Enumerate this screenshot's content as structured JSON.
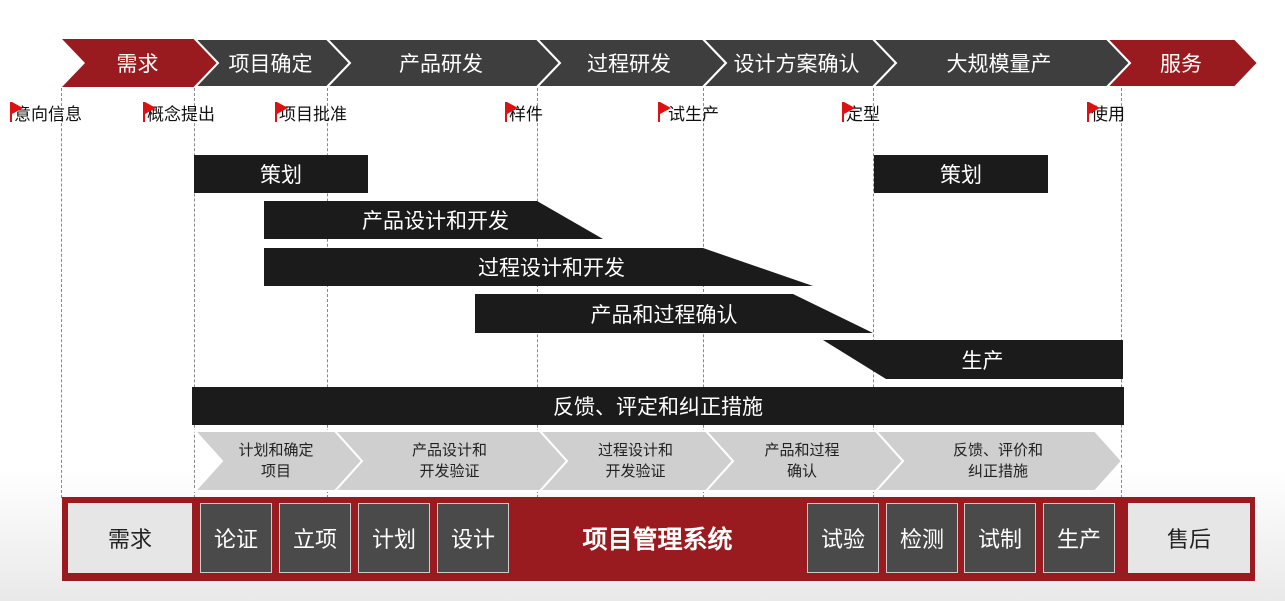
{
  "phases": [
    "需求",
    "项目确定",
    "产品研发",
    "过程研发",
    "设计方案确认",
    "大规模量产",
    "服务"
  ],
  "milestones": [
    "意向信息",
    "概念提出",
    "项目批准",
    "样件",
    "试生产",
    "定型",
    "使用"
  ],
  "activities": [
    "策划",
    "产品设计和开发",
    "过程设计和开发",
    "产品和过程确认",
    "生产",
    "反馈、评定和纠正措施",
    "策划"
  ],
  "steps": [
    {
      "line1": "计划和确定",
      "line2": "项目"
    },
    {
      "line1": "产品设计和",
      "line2": "开发验证"
    },
    {
      "line1": "过程设计和",
      "line2": "开发验证"
    },
    {
      "line1": "产品和过程",
      "line2": "确认"
    },
    {
      "line1": "反馈、评价和",
      "line2": "纠正措施"
    }
  ],
  "system": {
    "title": "项目管理系统",
    "left": "需求",
    "right": "售后",
    "modules": [
      "论证",
      "立项",
      "计划",
      "设计",
      "试验",
      "检测",
      "试制",
      "生产"
    ]
  },
  "colors": {
    "red": "#9a1b1f",
    "dark": "#3e3e3e",
    "black": "#1b1b1b",
    "flag": "#dd1111"
  }
}
